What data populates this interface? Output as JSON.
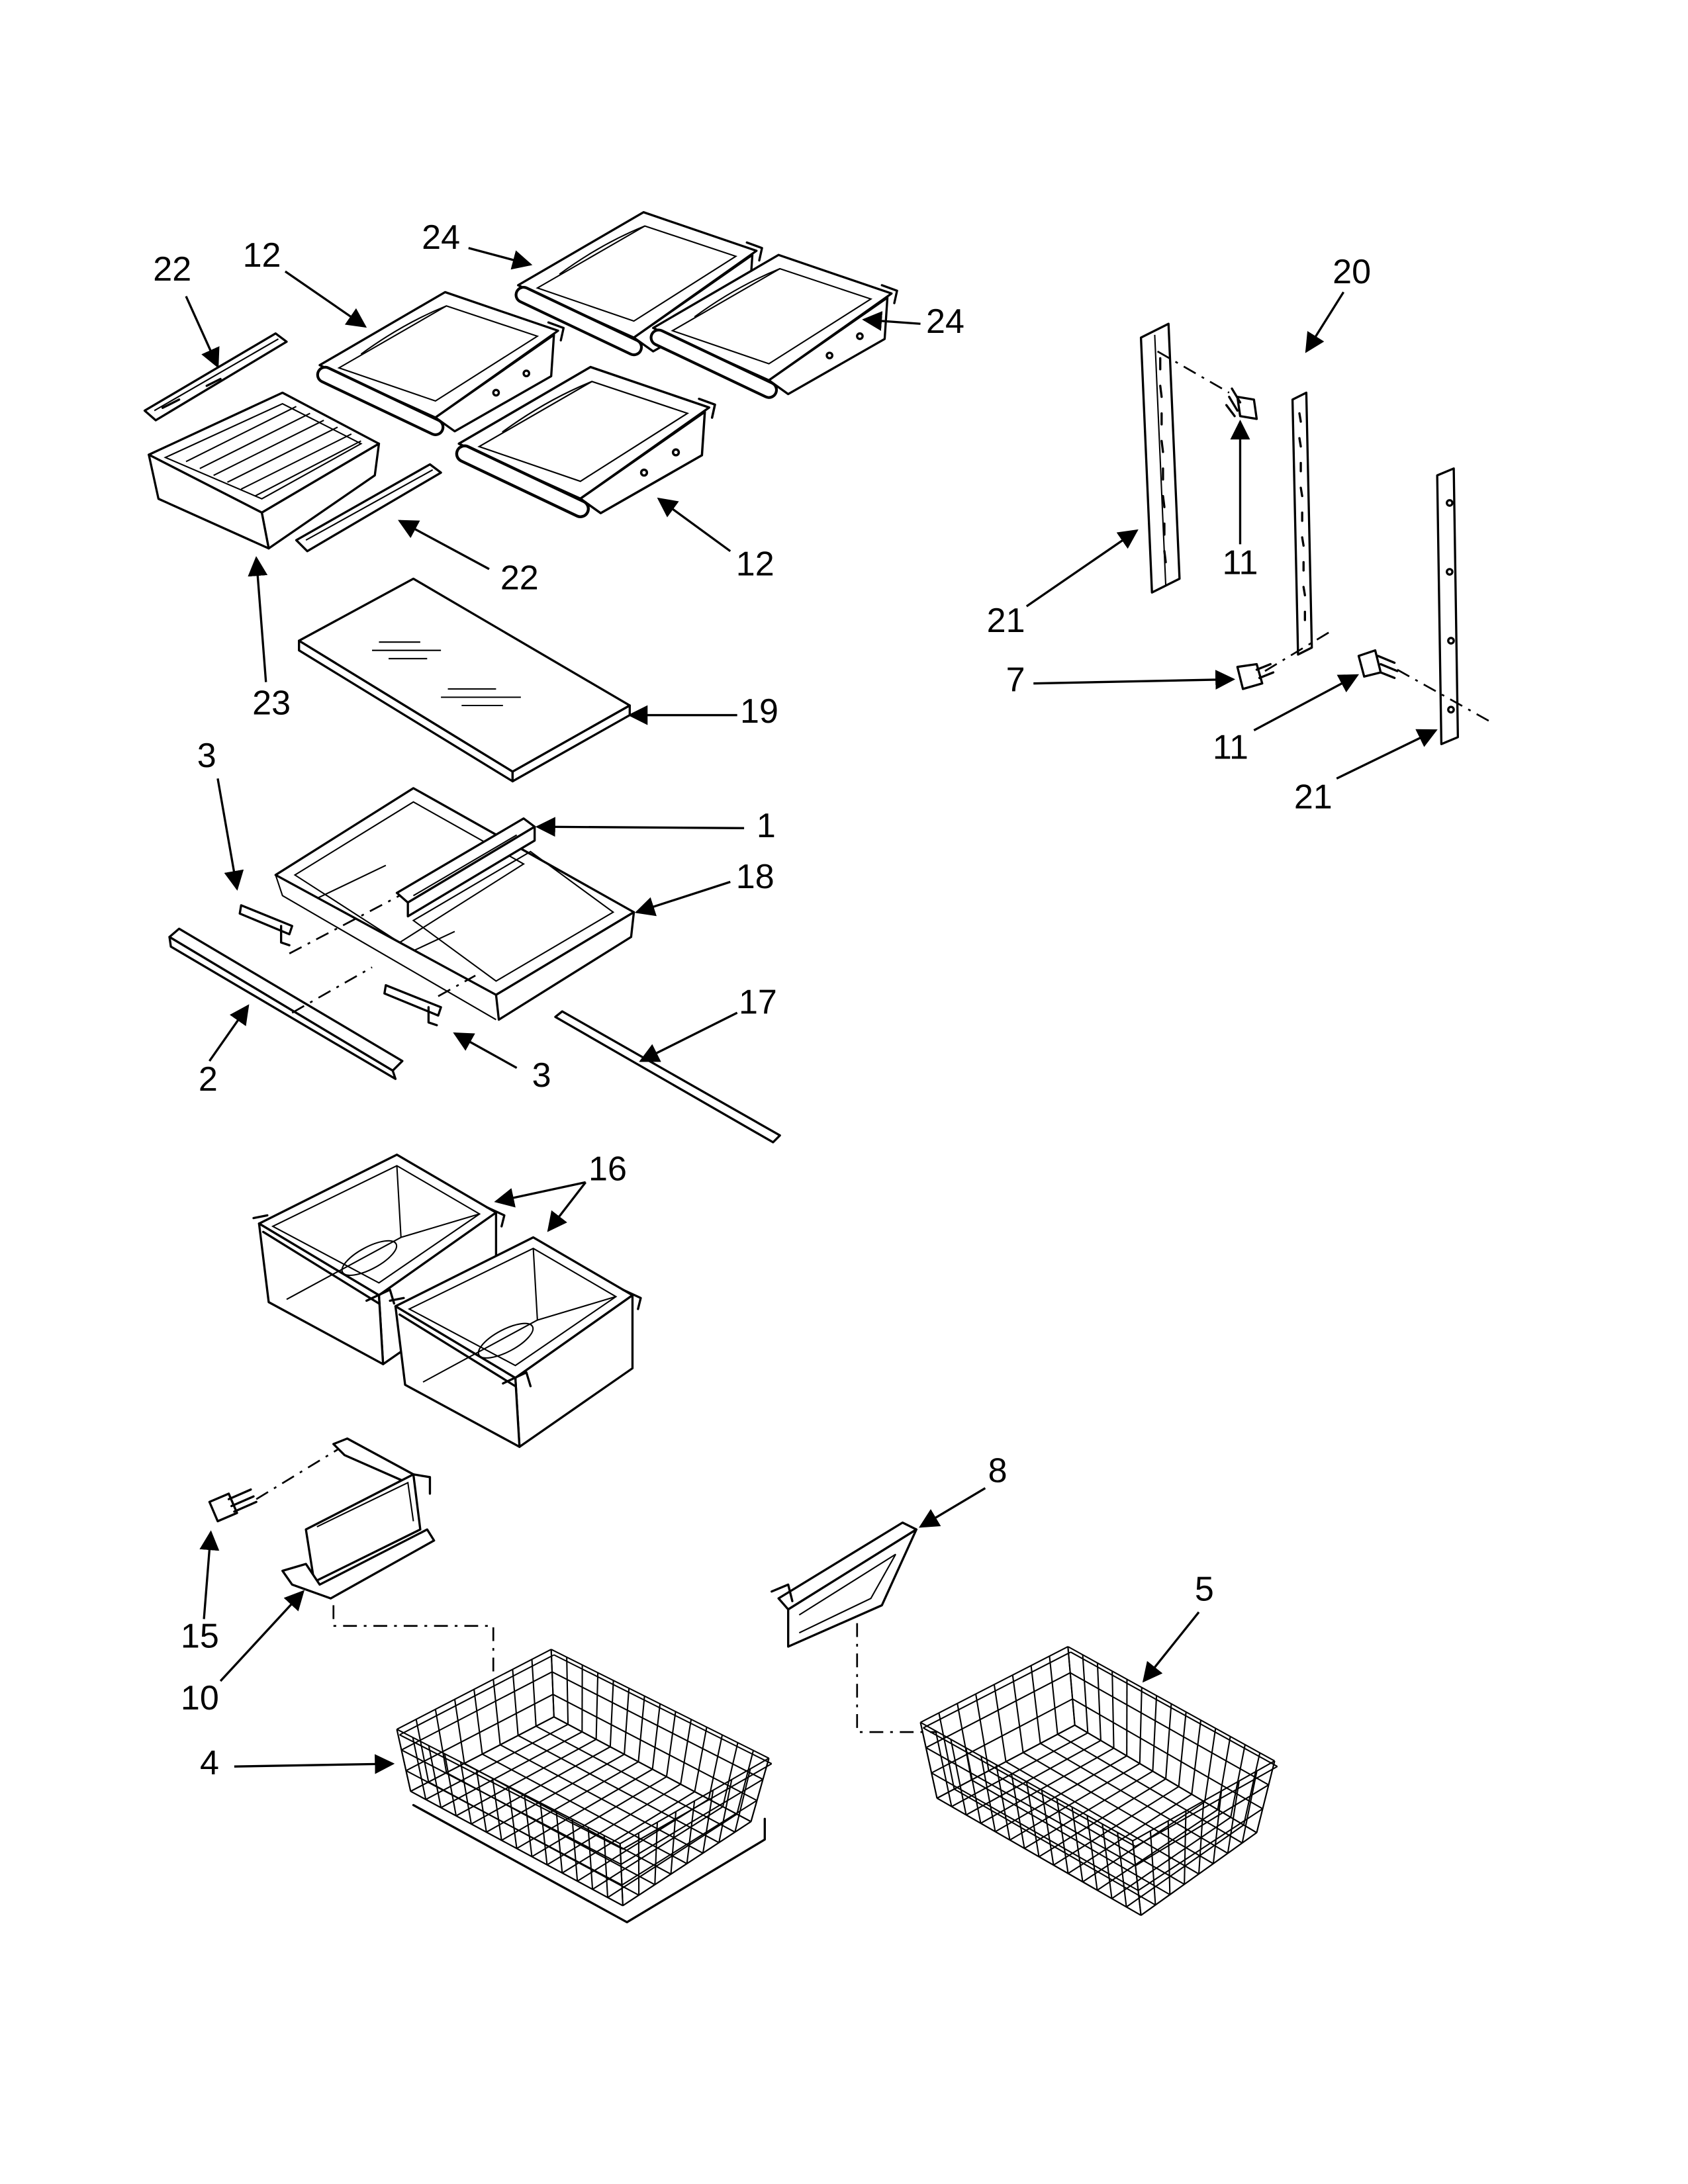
{
  "colors": {
    "background": "#ffffff",
    "line": "#000000"
  },
  "callouts": {
    "c22_upper": "22",
    "c12_upper": "12",
    "c24_top": "24",
    "c24_right": "24",
    "c12_lower": "12",
    "c22_lower": "22",
    "c23": "23",
    "c19": "19",
    "c3_upper": "3",
    "c1": "1",
    "c18": "18",
    "c2": "2",
    "c3_lower": "3",
    "c17": "17",
    "c16": "16",
    "c8": "8",
    "c5": "5",
    "c15": "15",
    "c10": "10",
    "c4": "4",
    "c20": "20",
    "c11_upper": "11",
    "c21_left": "21",
    "c7": "7",
    "c11_lower": "11",
    "c21_right": "21"
  }
}
